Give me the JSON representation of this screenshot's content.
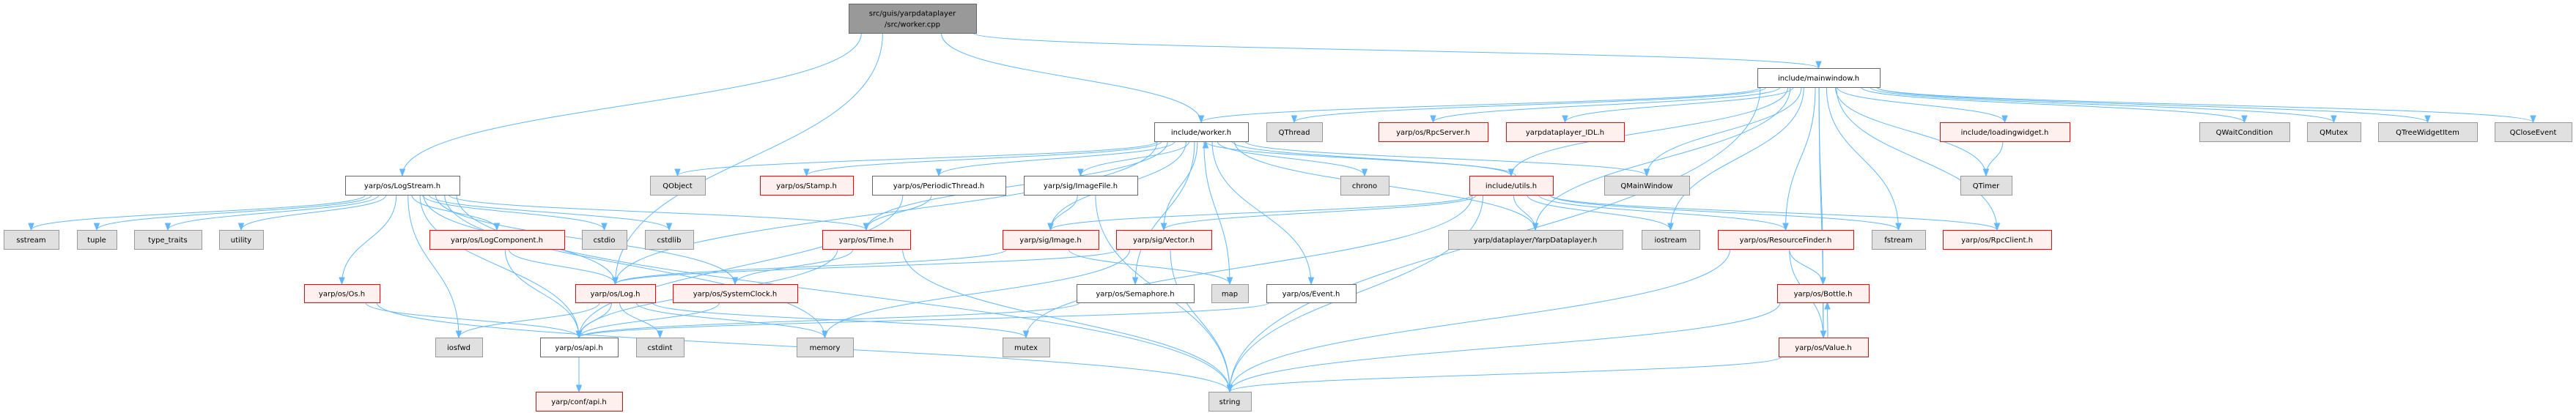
{
  "title": "src/guis/yarpdataplayer/src/worker.cpp",
  "colors": {
    "edge": "#63B8FF",
    "root_fill": "#999999",
    "root_border": "#666666",
    "doc_fill": "#FFFFFF",
    "doc_border": "#666666",
    "red_fill": "#FFF0F0",
    "red_border": "#FF0000",
    "ext_fill": "#E0E0E0",
    "ext_border": "#999999"
  },
  "nodes": [
    {
      "id": "cpp",
      "label": [
        "src/guis/yarpdataplayer",
        "/src/worker.cpp"
      ],
      "kind": "root"
    },
    {
      "id": "logstream",
      "label": [
        "yarp/os/LogStream.h"
      ],
      "kind": "doc"
    },
    {
      "id": "sstream",
      "label": [
        "sstream"
      ],
      "kind": "ext"
    },
    {
      "id": "tuple",
      "label": [
        "tuple"
      ],
      "kind": "ext"
    },
    {
      "id": "type_traits",
      "label": [
        "type_traits"
      ],
      "kind": "ext"
    },
    {
      "id": "utility",
      "label": [
        "utility"
      ],
      "kind": "ext"
    },
    {
      "id": "logcomponent",
      "label": [
        "yarp/os/LogComponent.h"
      ],
      "kind": "red"
    },
    {
      "id": "cstdio",
      "label": [
        "cstdio"
      ],
      "kind": "ext"
    },
    {
      "id": "cstdlib",
      "label": [
        "cstdlib"
      ],
      "kind": "ext"
    },
    {
      "id": "time",
      "label": [
        "yarp/os/Time.h"
      ],
      "kind": "red"
    },
    {
      "id": "os",
      "label": [
        "yarp/os/Os.h"
      ],
      "kind": "red"
    },
    {
      "id": "log",
      "label": [
        "yarp/os/Log.h"
      ],
      "kind": "red"
    },
    {
      "id": "systemclock",
      "label": [
        "yarp/os/SystemClock.h"
      ],
      "kind": "red"
    },
    {
      "id": "iosfwd",
      "label": [
        "iosfwd"
      ],
      "kind": "ext"
    },
    {
      "id": "api",
      "label": [
        "yarp/os/api.h"
      ],
      "kind": "doc"
    },
    {
      "id": "cstdint",
      "label": [
        "cstdint"
      ],
      "kind": "ext"
    },
    {
      "id": "memory",
      "label": [
        "memory"
      ],
      "kind": "ext"
    },
    {
      "id": "confapi",
      "label": [
        "yarp/conf/api.h"
      ],
      "kind": "red"
    },
    {
      "id": "qobject",
      "label": [
        "QObject"
      ],
      "kind": "ext"
    },
    {
      "id": "stamp",
      "label": [
        "yarp/os/Stamp.h"
      ],
      "kind": "red"
    },
    {
      "id": "periodic",
      "label": [
        "yarp/os/PeriodicThread.h"
      ],
      "kind": "doc"
    },
    {
      "id": "imagefile",
      "label": [
        "yarp/sig/ImageFile.h"
      ],
      "kind": "doc"
    },
    {
      "id": "worker",
      "label": [
        "include/worker.h"
      ],
      "kind": "doc"
    },
    {
      "id": "qthread",
      "label": [
        "QThread"
      ],
      "kind": "ext"
    },
    {
      "id": "rpcserver",
      "label": [
        "yarp/os/RpcServer.h"
      ],
      "kind": "red"
    },
    {
      "id": "idl",
      "label": [
        "yarpdataplayer_IDL.h"
      ],
      "kind": "red"
    },
    {
      "id": "chrono",
      "label": [
        "chrono"
      ],
      "kind": "ext"
    },
    {
      "id": "utils",
      "label": [
        "include/utils.h"
      ],
      "kind": "red"
    },
    {
      "id": "qmainwindow",
      "label": [
        "QMainWindow"
      ],
      "kind": "ext"
    },
    {
      "id": "image",
      "label": [
        "yarp/sig/Image.h"
      ],
      "kind": "red"
    },
    {
      "id": "vector",
      "label": [
        "yarp/sig/Vector.h"
      ],
      "kind": "red"
    },
    {
      "id": "yarpdataplayer",
      "label": [
        "yarp/dataplayer/YarpDataplayer.h"
      ],
      "kind": "ext"
    },
    {
      "id": "iostream",
      "label": [
        "iostream"
      ],
      "kind": "ext"
    },
    {
      "id": "semaphore",
      "label": [
        "yarp/os/Semaphore.h"
      ],
      "kind": "doc"
    },
    {
      "id": "map",
      "label": [
        "map"
      ],
      "kind": "ext"
    },
    {
      "id": "event",
      "label": [
        "yarp/os/Event.h"
      ],
      "kind": "doc"
    },
    {
      "id": "mutex",
      "label": [
        "mutex"
      ],
      "kind": "ext"
    },
    {
      "id": "string",
      "label": [
        "string"
      ],
      "kind": "ext"
    },
    {
      "id": "mainwindow",
      "label": [
        "include/mainwindow.h"
      ],
      "kind": "doc"
    },
    {
      "id": "loadingwidget",
      "label": [
        "include/loadingwidget.h"
      ],
      "kind": "red"
    },
    {
      "id": "qwaitcondition",
      "label": [
        "QWaitCondition"
      ],
      "kind": "ext"
    },
    {
      "id": "qmutex",
      "label": [
        "QMutex"
      ],
      "kind": "ext"
    },
    {
      "id": "qtreewidgetitem",
      "label": [
        "QTreeWidgetItem"
      ],
      "kind": "ext"
    },
    {
      "id": "qcloseevent",
      "label": [
        "QCloseEvent"
      ],
      "kind": "ext"
    },
    {
      "id": "qtimer",
      "label": [
        "QTimer"
      ],
      "kind": "ext"
    },
    {
      "id": "resourcefinder",
      "label": [
        "yarp/os/ResourceFinder.h"
      ],
      "kind": "red"
    },
    {
      "id": "fstream",
      "label": [
        "fstream"
      ],
      "kind": "ext"
    },
    {
      "id": "rpcclient",
      "label": [
        "yarp/os/RpcClient.h"
      ],
      "kind": "red"
    },
    {
      "id": "bottle",
      "label": [
        "yarp/os/Bottle.h"
      ],
      "kind": "red"
    },
    {
      "id": "value",
      "label": [
        "yarp/os/Value.h"
      ],
      "kind": "red"
    }
  ],
  "edges": [
    [
      "cpp",
      "logstream"
    ],
    [
      "cpp",
      "log"
    ],
    [
      "cpp",
      "worker"
    ],
    [
      "cpp",
      "mainwindow"
    ],
    [
      "logstream",
      "sstream"
    ],
    [
      "logstream",
      "tuple"
    ],
    [
      "logstream",
      "type_traits"
    ],
    [
      "logstream",
      "utility"
    ],
    [
      "logstream",
      "logcomponent"
    ],
    [
      "logstream",
      "cstdio"
    ],
    [
      "logstream",
      "cstdlib"
    ],
    [
      "logstream",
      "time"
    ],
    [
      "logstream",
      "os"
    ],
    [
      "logstream",
      "api"
    ],
    [
      "logstream",
      "iosfwd"
    ],
    [
      "logstream",
      "string"
    ],
    [
      "logstream",
      "log"
    ],
    [
      "logstream",
      "systemclock"
    ],
    [
      "logstream",
      "memory"
    ],
    [
      "logcomponent",
      "log"
    ],
    [
      "logcomponent",
      "api"
    ],
    [
      "os",
      "api"
    ],
    [
      "os",
      "string"
    ],
    [
      "log",
      "iosfwd"
    ],
    [
      "log",
      "api"
    ],
    [
      "log",
      "cstdint"
    ],
    [
      "log",
      "memory"
    ],
    [
      "log",
      "mutex"
    ],
    [
      "api",
      "confapi"
    ],
    [
      "time",
      "systemclock"
    ],
    [
      "time",
      "string"
    ],
    [
      "time",
      "api"
    ],
    [
      "systemclock",
      "api"
    ],
    [
      "worker",
      "qobject"
    ],
    [
      "worker",
      "stamp"
    ],
    [
      "worker",
      "periodic"
    ],
    [
      "worker",
      "imagefile"
    ],
    [
      "worker",
      "image"
    ],
    [
      "worker",
      "vector"
    ],
    [
      "worker",
      "semaphore"
    ],
    [
      "worker",
      "event"
    ],
    [
      "worker",
      "chrono"
    ],
    [
      "worker",
      "utils"
    ],
    [
      "worker",
      "qmainwindow"
    ],
    [
      "worker",
      "yarpdataplayer"
    ],
    [
      "worker",
      "time"
    ],
    [
      "worker",
      "log"
    ],
    [
      "worker",
      "map"
    ],
    [
      "periodic",
      "time"
    ],
    [
      "periodic",
      "api"
    ],
    [
      "imagefile",
      "image"
    ],
    [
      "imagefile",
      "string"
    ],
    [
      "image",
      "map"
    ],
    [
      "image",
      "log"
    ],
    [
      "vector",
      "memory"
    ],
    [
      "vector",
      "string"
    ],
    [
      "vector",
      "log"
    ],
    [
      "semaphore",
      "api"
    ],
    [
      "event",
      "api"
    ],
    [
      "utils",
      "worker"
    ],
    [
      "utils",
      "image"
    ],
    [
      "utils",
      "vector"
    ],
    [
      "utils",
      "yarpdataplayer"
    ],
    [
      "utils",
      "iostream"
    ],
    [
      "utils",
      "fstream"
    ],
    [
      "utils",
      "resourcefinder"
    ],
    [
      "utils",
      "rpcclient"
    ],
    [
      "utils",
      "string"
    ],
    [
      "utils",
      "mutex"
    ],
    [
      "mainwindow",
      "worker"
    ],
    [
      "mainwindow",
      "qthread"
    ],
    [
      "mainwindow",
      "rpcserver"
    ],
    [
      "mainwindow",
      "idl"
    ],
    [
      "mainwindow",
      "utils"
    ],
    [
      "mainwindow",
      "qmainwindow"
    ],
    [
      "mainwindow",
      "yarpdataplayer"
    ],
    [
      "mainwindow",
      "iostream"
    ],
    [
      "mainwindow",
      "resourcefinder"
    ],
    [
      "mainwindow",
      "fstream"
    ],
    [
      "mainwindow",
      "rpcclient"
    ],
    [
      "mainwindow",
      "loadingwidget"
    ],
    [
      "mainwindow",
      "qtimer"
    ],
    [
      "mainwindow",
      "qwaitcondition"
    ],
    [
      "mainwindow",
      "qmutex"
    ],
    [
      "mainwindow",
      "qtreewidgetitem"
    ],
    [
      "mainwindow",
      "qcloseevent"
    ],
    [
      "mainwindow",
      "bottle"
    ],
    [
      "mainwindow",
      "value"
    ],
    [
      "mainwindow",
      "string"
    ],
    [
      "loadingwidget",
      "qtimer"
    ],
    [
      "resourcefinder",
      "bottle"
    ],
    [
      "resourcefinder",
      "value"
    ],
    [
      "resourcefinder",
      "string"
    ],
    [
      "bottle",
      "value"
    ],
    [
      "bottle",
      "string"
    ],
    [
      "value",
      "bottle"
    ],
    [
      "value",
      "string"
    ]
  ]
}
